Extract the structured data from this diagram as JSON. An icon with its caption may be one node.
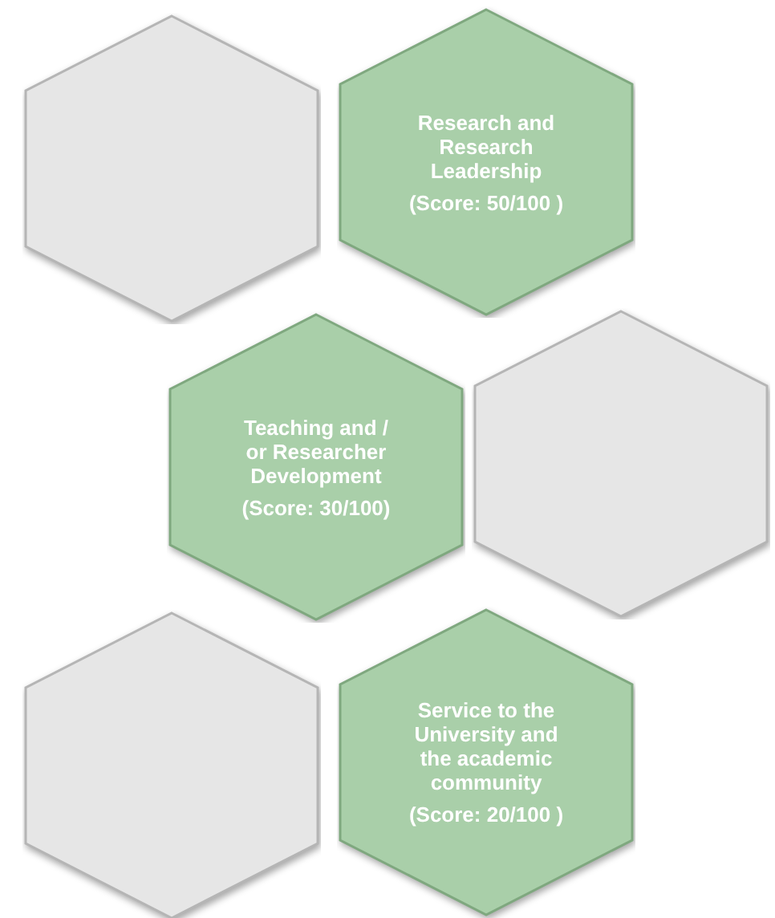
{
  "diagram": {
    "nodes": [
      {
        "text": [],
        "shape": "hexagon"
      },
      {
        "text": [
          "Research and Research Leadership",
          "(Score: 50/100 )"
        ]
      },
      {
        "text": [
          "Teaching and / or Researcher Development",
          "(Score: 30/100)"
        ]
      },
      {
        "text": [],
        "shape": "hexagon"
      },
      {
        "text": [],
        "shape": "hexagon"
      },
      {
        "text": [
          "Service to the University and the academic community",
          "(Score: 20/100 )"
        ]
      }
    ]
  }
}
